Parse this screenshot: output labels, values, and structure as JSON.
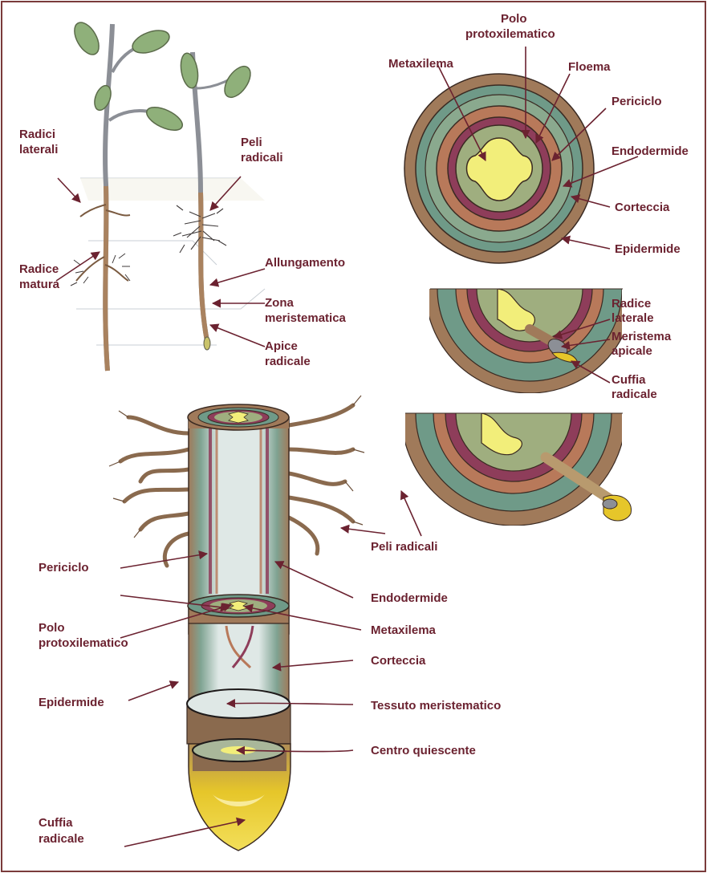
{
  "colors": {
    "frame": "#7a3b3b",
    "label": "#6b2230",
    "epidermis": "#a07a5a",
    "cortex": "#6f9a88",
    "endodermis": "#b8795a",
    "pericycle": "#8e3d5a",
    "phloem": "#9fae7f",
    "xylem": "#f2ee7a",
    "root_cap": "#e6c62a",
    "leaf": "#8fb07a"
  },
  "labels": {
    "radici_laterali": [
      "Radici",
      "laterali"
    ],
    "peli_radicali_top": [
      "Peli",
      "radicali"
    ],
    "radice_matura": [
      "Radice",
      "matura"
    ],
    "allungamento": "Allungamento",
    "zona_meristematica": [
      "Zona",
      "meristematica"
    ],
    "apice_radicale": [
      "Apice",
      "radicale"
    ],
    "polo_protoxilematico_top": [
      "Polo",
      "protoxilematico"
    ],
    "metaxilema_top": "Metaxilema",
    "floema": "Floema",
    "periciclo_top": "Periciclo",
    "endodermide_top": "Endodermide",
    "corteccia_top": "Corteccia",
    "epidermide_top": "Epidermide",
    "radice_laterale": [
      "Radice",
      "laterale"
    ],
    "meristema_apicale": [
      "Meristema",
      "apicale"
    ],
    "cuffia_radicale_right": [
      "Cuffia",
      "radicale"
    ],
    "peli_radicali_bottom": "Peli radicali",
    "periciclo_bottom": "Periciclo",
    "endodermide_bottom": "Endodermide",
    "polo_protoxilematico_bottom": [
      "Polo",
      "protoxilematico"
    ],
    "metaxilema_bottom": "Metaxilema",
    "corteccia_bottom": "Corteccia",
    "epidermide_bottom": "Epidermide",
    "tessuto_meristematico": "Tessuto meristematico",
    "centro_quiescente": "Centro quiescente",
    "cuffia_radicale_bottom": [
      "Cuffia",
      "radicale"
    ]
  }
}
